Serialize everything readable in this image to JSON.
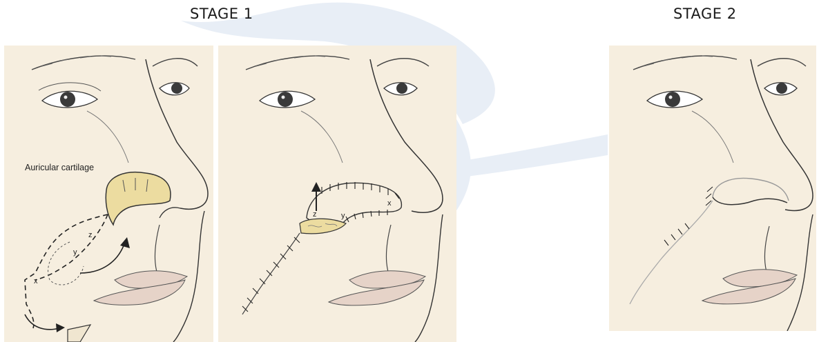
{
  "stages": {
    "stage1": "STAGE 1",
    "stage2": "STAGE 2"
  },
  "panels": {
    "panel1": {
      "callout": "Auricular cartilage",
      "point_labels": {
        "x": "x",
        "y": "y",
        "z": "z"
      }
    },
    "panel2": {
      "point_labels": {
        "x": "x",
        "y": "y",
        "z": "z"
      }
    }
  },
  "colors": {
    "skin": "#f6eedf",
    "cartilage": "#ecdca0",
    "lip": "#e6d3c8",
    "line": "#333333",
    "watermark": "#e4ecf5"
  }
}
